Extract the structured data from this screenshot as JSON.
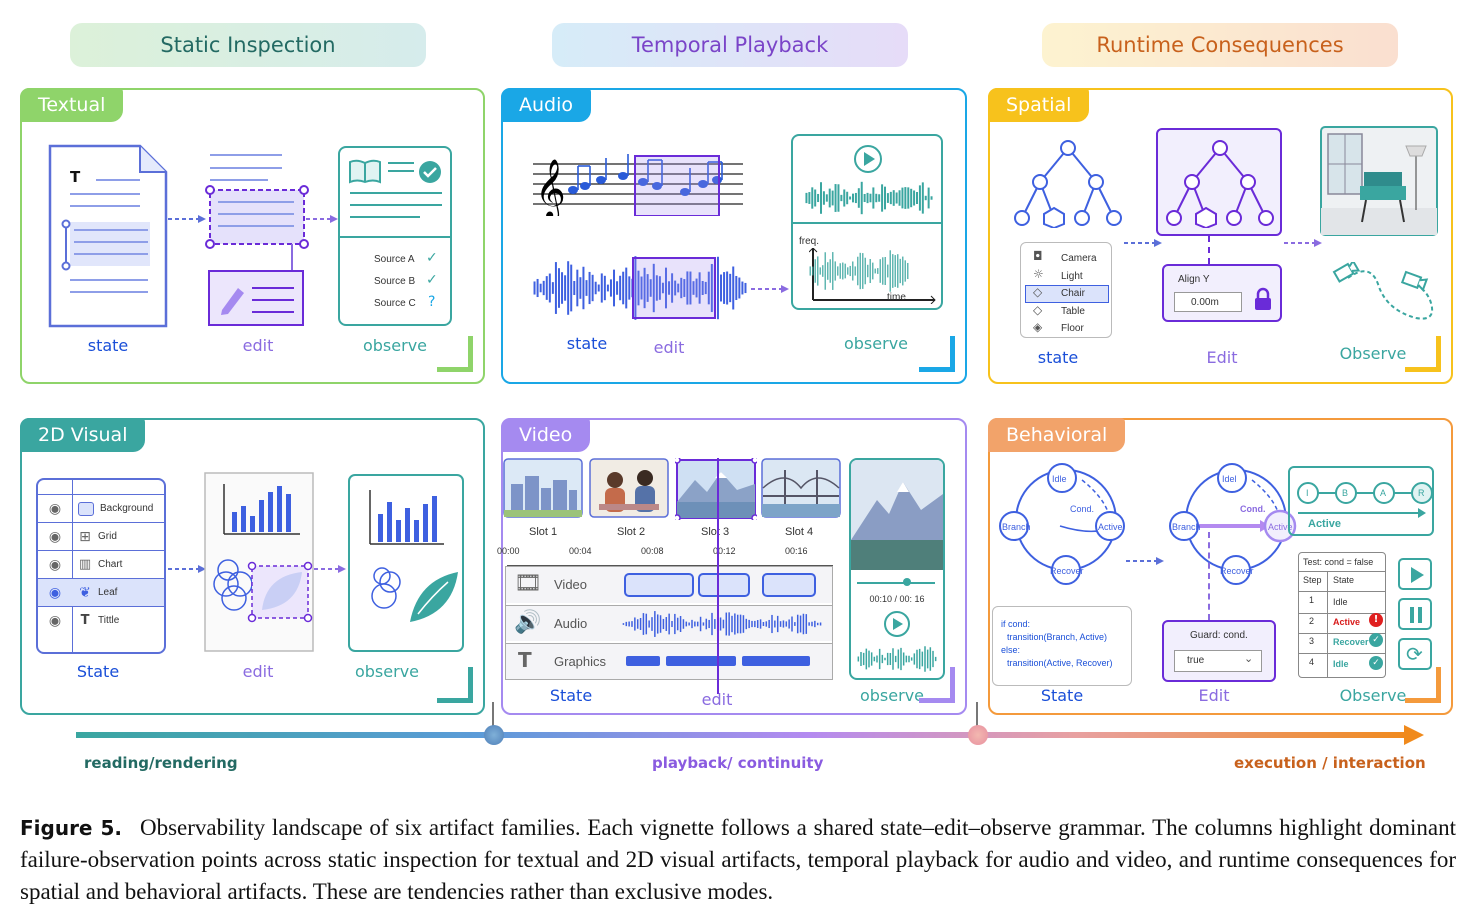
{
  "columns": {
    "static": "Static Inspection",
    "temporal": "Temporal Playback",
    "runtime": "Runtime Consequences"
  },
  "panels": {
    "textual": {
      "tab": "Textual",
      "state": "state",
      "edit": "edit",
      "observe": "observe",
      "doc_letter": "T",
      "sources": [
        "Source A",
        "Source B",
        "Source C"
      ],
      "source_marks": [
        "✓",
        "✓",
        "?"
      ]
    },
    "audio": {
      "tab": "Audio",
      "state": "state",
      "edit": "edit",
      "observe": "observe",
      "freq": "freq.",
      "time": "time"
    },
    "spatial": {
      "tab": "Spatial",
      "state": "state",
      "edit": "Edit",
      "observe": "Observe",
      "outliner": [
        "Camera",
        "Light",
        "Chair",
        "Table",
        "Floor"
      ],
      "align_label": "Align Y",
      "align_value": "0.00m"
    },
    "visual2d": {
      "tab": "2D Visual",
      "state": "State",
      "edit": "edit",
      "observe": "observe",
      "layers": [
        "Background",
        "Grid",
        "Chart",
        "Leaf",
        "Tittle"
      ]
    },
    "video": {
      "tab": "Video",
      "state": "State",
      "edit": "edit",
      "observe": "observe",
      "slots": [
        "Slot 1",
        "Slot 2",
        "Slot 3",
        "Slot 4"
      ],
      "times": [
        "00:00",
        "00:04",
        "00:08",
        "00:12",
        "00:16"
      ],
      "tracks": [
        "Video",
        "Audio",
        "Graphics"
      ],
      "player_time": "00:10 / 00: 16"
    },
    "behavioral": {
      "tab": "Behavioral",
      "state": "State",
      "edit": "Edit",
      "observe": "Observe",
      "nodes_state": [
        "Idle",
        "Branch",
        "Active",
        "Recover"
      ],
      "cond": "Cond.",
      "nodes_edit": [
        "Idel",
        "Branch",
        "Active",
        "Recover"
      ],
      "code": [
        "if cond:",
        "transition(Branch, Active)",
        "else:",
        "transition(Active, Recover)"
      ],
      "guard_label": "Guard: cond.",
      "guard_value": "true",
      "seq": [
        "I",
        "B",
        "A",
        "R"
      ],
      "seq_label": "Active",
      "test_title": "Test: cond = false",
      "table_head": [
        "Step",
        "State"
      ],
      "table_rows": [
        [
          "1",
          "Idle"
        ],
        [
          "2",
          "Active"
        ],
        [
          "3",
          "Recover"
        ],
        [
          "4",
          "Idle"
        ]
      ]
    }
  },
  "axis": {
    "left": "reading/rendering",
    "mid": "playback/ continuity",
    "right": "execution / interaction"
  },
  "caption": {
    "label": "Figure 5.",
    "text": "Observability landscape of six artifact families. Each vignette follows a shared state–edit–observe grammar. The columns highlight dominant failure-observation points across static inspection for textual and 2D visual artifacts, temporal playback for audio and video, and runtime consequences for spatial and behavioral artifacts. These are tendencies rather than exclusive modes."
  },
  "colors": {
    "green": "#8fd46a",
    "teal": "#3aa6a0",
    "blue": "#1aa7e6",
    "purple": "#a58af0",
    "yellow": "#f7c21c",
    "orange": "#f2a36a",
    "indigo": "#5b6fd8",
    "violet": "#7b4bd8"
  }
}
